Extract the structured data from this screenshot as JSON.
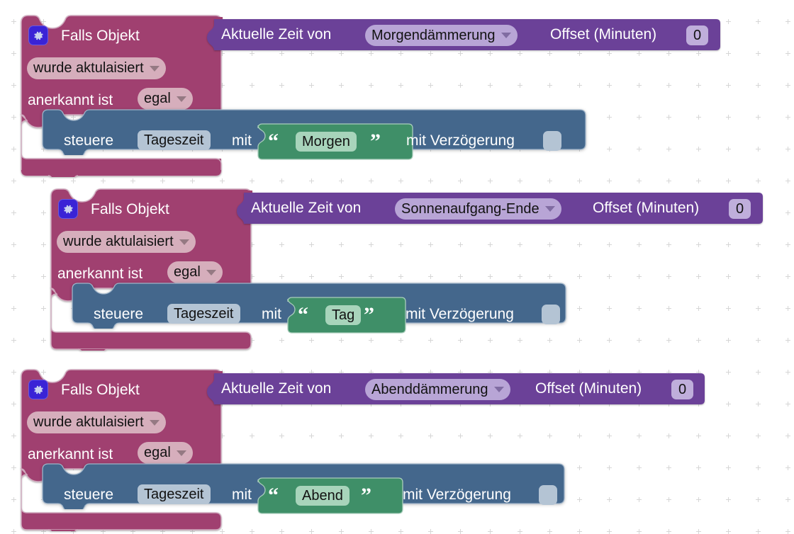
{
  "app": {
    "kind": "blockly-workspace",
    "language": "de",
    "background": "#ffffff",
    "grid_dot_color": "#b5b5b5"
  },
  "palette": {
    "event_block": "#a04070",
    "event_block_dark": "#8f3a63",
    "value_block_purple": "#6b4198",
    "action_block_blue": "#44678c",
    "text_block_green": "#3f8f68",
    "mutator_icon_bg": "#3a23d6",
    "field_pink": "#d6aebc",
    "field_lilac": "#b8a5d6",
    "field_steel": "#b4c4d4",
    "field_mint": "#a8d4bb"
  },
  "icons": {
    "mutator": "gear-icon",
    "dropdown": "chevron-down-icon",
    "quote_open": "“",
    "quote_close": "”"
  },
  "stacks": [
    {
      "id": "stack-1",
      "event": {
        "title": "Falls Objekt",
        "condition_field": "wurde aktulaisiert",
        "ack_label": "anerkannt ist",
        "ack_field": "egal"
      },
      "trigger_value": {
        "label": "Aktuelle Zeit von",
        "source_field": "Morgendämmerung",
        "offset_label": "Offset (Minuten)",
        "offset_value": "0"
      },
      "action": {
        "verb": "steuere",
        "target_field": "Tageszeit",
        "with_label": "mit",
        "value_text": "Morgen",
        "delay_label": "mit Verzögerung",
        "delay_value": ""
      }
    },
    {
      "id": "stack-2",
      "event": {
        "title": "Falls Objekt",
        "condition_field": "wurde aktulaisiert",
        "ack_label": "anerkannt ist",
        "ack_field": "egal"
      },
      "trigger_value": {
        "label": "Aktuelle Zeit von",
        "source_field": "Sonnenaufgang-Ende",
        "offset_label": "Offset (Minuten)",
        "offset_value": "0"
      },
      "action": {
        "verb": "steuere",
        "target_field": "Tageszeit",
        "with_label": "mit",
        "value_text": "Tag",
        "delay_label": "mit Verzögerung",
        "delay_value": ""
      }
    },
    {
      "id": "stack-3",
      "event": {
        "title": "Falls Objekt",
        "condition_field": "wurde aktulaisiert",
        "ack_label": "anerkannt ist",
        "ack_field": "egal"
      },
      "trigger_value": {
        "label": "Aktuelle Zeit von",
        "source_field": "Abenddämmerung",
        "offset_label": "Offset (Minuten)",
        "offset_value": "0"
      },
      "action": {
        "verb": "steuere",
        "target_field": "Tageszeit",
        "with_label": "mit",
        "value_text": "Abend",
        "delay_label": "mit Verzögerung",
        "delay_value": ""
      }
    }
  ]
}
